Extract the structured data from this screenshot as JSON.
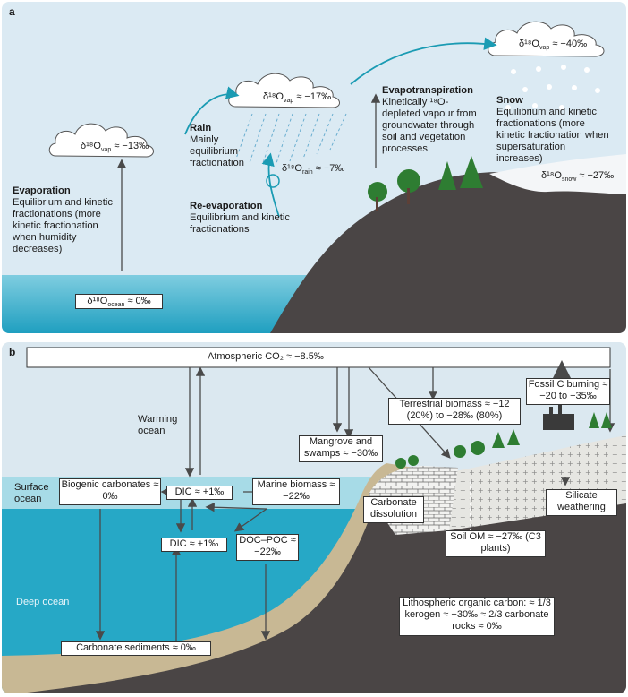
{
  "panel_a": {
    "letter": "a",
    "evaporation": {
      "title": "Evaporation",
      "text": "Equilibrium and kinetic fractionations (more kinetic fractionation when humidity decreases)"
    },
    "rain": {
      "title": "Rain",
      "text": "Mainly equilibrium fractionation"
    },
    "reevaporation": {
      "title": "Re-evaporation",
      "text": "Equilibrium and kinetic fractionations"
    },
    "evapotranspiration": {
      "title": "Evapotranspiration",
      "text": "Kinetically ¹⁸O-depleted vapour from groundwater through soil and vegetation processes"
    },
    "snow": {
      "title": "Snow",
      "text": "Equilibrium and kinetic fractionations (more kinetic fractionation when supersaturation increases)"
    },
    "cloud1": {
      "main": "δ¹⁸O",
      "sub": "vap",
      "value": "≈ −13‰"
    },
    "cloud2": {
      "main": "δ¹⁸O",
      "sub": "vap",
      "value": "≈ −17‰"
    },
    "cloud3": {
      "main": "δ¹⁸O",
      "sub": "vap",
      "value": "≈ −40‰"
    },
    "rain_value": {
      "main": "δ¹⁸O",
      "sub": "rain",
      "value": "≈ −7‰"
    },
    "snow_value": {
      "main": "δ¹⁸O",
      "sub": "snow",
      "value": "≈ −27‰"
    },
    "ocean_value": {
      "main": "δ¹⁸O",
      "sub": "ocean",
      "value": "≈ 0‰"
    }
  },
  "panel_b": {
    "letter": "b",
    "atmospheric": "Atmospheric CO₂ ≈ −8.5‰",
    "warming_ocean": "Warming ocean",
    "fossil": "Fossil C burning ≈ −20 to −35‰",
    "terrestrial": "Terrestrial biomass ≈ −12 (20%) to −28‰ (80%)",
    "mangrove": "Mangrove and swamps ≈ −30‰",
    "surface_ocean": "Surface ocean",
    "biogenic": "Biogenic carbonates ≈ 0‰",
    "dic1": "DIC ≈ +1‰",
    "marine": "Marine biomass ≈ −22‰",
    "carbonate_dissolution": "Carbonate dissolution",
    "silicate": "Silicate weathering",
    "dic2": "DIC ≈ +1‰",
    "docpoc": "DOC–POC ≈ −22‰",
    "soil_om": "Soil OM ≈ −27‰ (C3 plants)",
    "deep_ocean": "Deep ocean",
    "lithospheric": "Lithospheric organic carbon: ≈ 1/3 kerogen ≈ −30‰ ≈ 2/3 carbonate rocks ≈ 0‰",
    "carbonate_sediments": "Carbonate sediments ≈ 0‰"
  },
  "colors": {
    "teal": "#1a9bb3",
    "arrow": "#4a4a4a",
    "rock": "#4a4545",
    "ocean_deep": "#26a8c6",
    "tree": "#2e7d32"
  }
}
